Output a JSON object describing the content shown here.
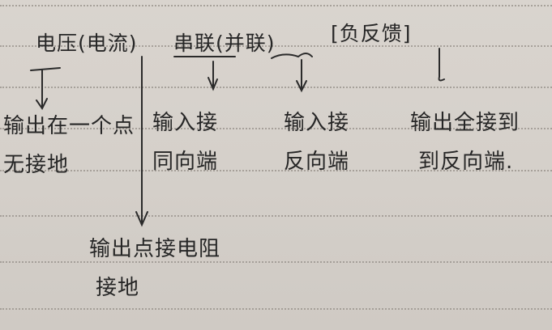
{
  "page": {
    "type": "handwritten-note",
    "paper": "lined notebook",
    "ink_color": "#262626",
    "paper_color": "#d6d1cb"
  },
  "header": {
    "voltage_current": "电压(电流)",
    "series_parallel": "串联(并联)",
    "negative_feedback": "[负反馈]"
  },
  "branches": [
    {
      "id": "voltage",
      "lines": [
        "输出在一个点",
        "无接地"
      ]
    },
    {
      "id": "series",
      "lines": [
        "输入接",
        "同向端"
      ]
    },
    {
      "id": "parallel",
      "lines": [
        "输入接",
        "反向端"
      ]
    },
    {
      "id": "feedback",
      "lines": [
        "输出全接到",
        "到反向端."
      ]
    },
    {
      "id": "current",
      "lines": [
        "输出点接电阻",
        "接地"
      ]
    }
  ]
}
